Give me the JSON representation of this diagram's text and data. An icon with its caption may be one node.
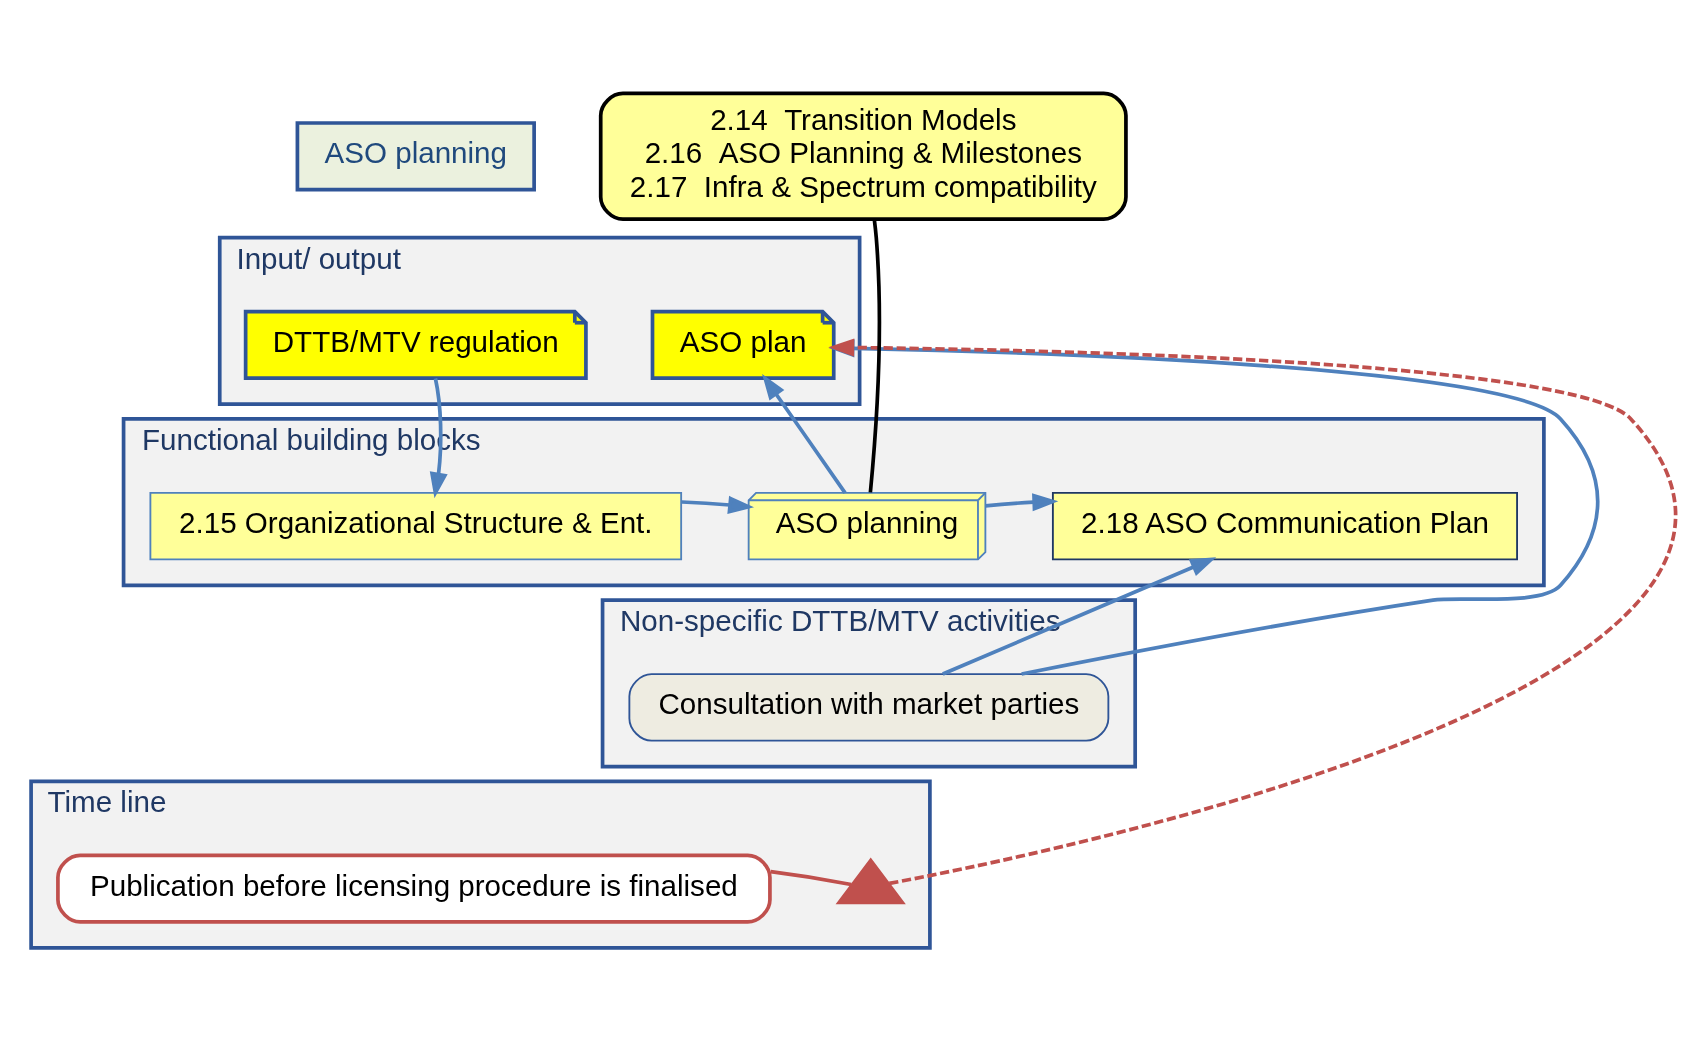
{
  "diagram": {
    "nodes": [
      {
        "text": [
          "ASO planning"
        ]
      },
      {
        "text": [
          "Input/ output"
        ]
      },
      {
        "text": [
          "DTTB/MTV regulation"
        ],
        "in": 1
      },
      {
        "text": [
          "ASO plan"
        ],
        "in": 1
      },
      {
        "text": [
          "Functional building blocks"
        ]
      },
      {
        "text": [
          "2.15 Organizational Structure & Ent."
        ],
        "in": 4
      },
      {
        "text": [
          "ASO planning"
        ],
        "in": 4
      },
      {
        "text": [
          "2.18 ASO Communication Plan"
        ],
        "in": 4
      },
      {
        "text": [
          "Non-specific DTTB/MTV activities"
        ]
      },
      {
        "text": [
          "Consultation with market parties"
        ],
        "in": 8
      },
      {
        "text": [
          "Time line"
        ]
      },
      {
        "text": [],
        "shape": "triangle",
        "in": 10
      },
      {
        "text": [
          "Publication before licensing procedure is finalised"
        ],
        "in": 10
      },
      {
        "text": [
          "2.14  Transition Models",
          "2.16  ASO Planning & Milestones",
          "2.17  Infra & Spectrum compatibility"
        ]
      }
    ],
    "edges": [
      {
        "from": 2,
        "to": 5,
        "arrow": "to"
      },
      {
        "from": 5,
        "to": 6,
        "arrow": "to"
      },
      {
        "from": 6,
        "to": 7,
        "arrow": "to"
      },
      {
        "from": 6,
        "to": 3,
        "arrow": "to"
      },
      {
        "from": 9,
        "to": 7,
        "arrow": "to"
      },
      {
        "from": 9,
        "to": 3,
        "arrow": "to"
      },
      {
        "from": 11,
        "to": 3,
        "arrow": "to",
        "style": "dashed",
        "color": "#c0504d"
      },
      {
        "from": 12,
        "to": 11,
        "arrow": "none",
        "color": "#c0504d"
      },
      {
        "from": 13,
        "to": 6,
        "arrow": "none",
        "color": "#000000"
      }
    ]
  }
}
